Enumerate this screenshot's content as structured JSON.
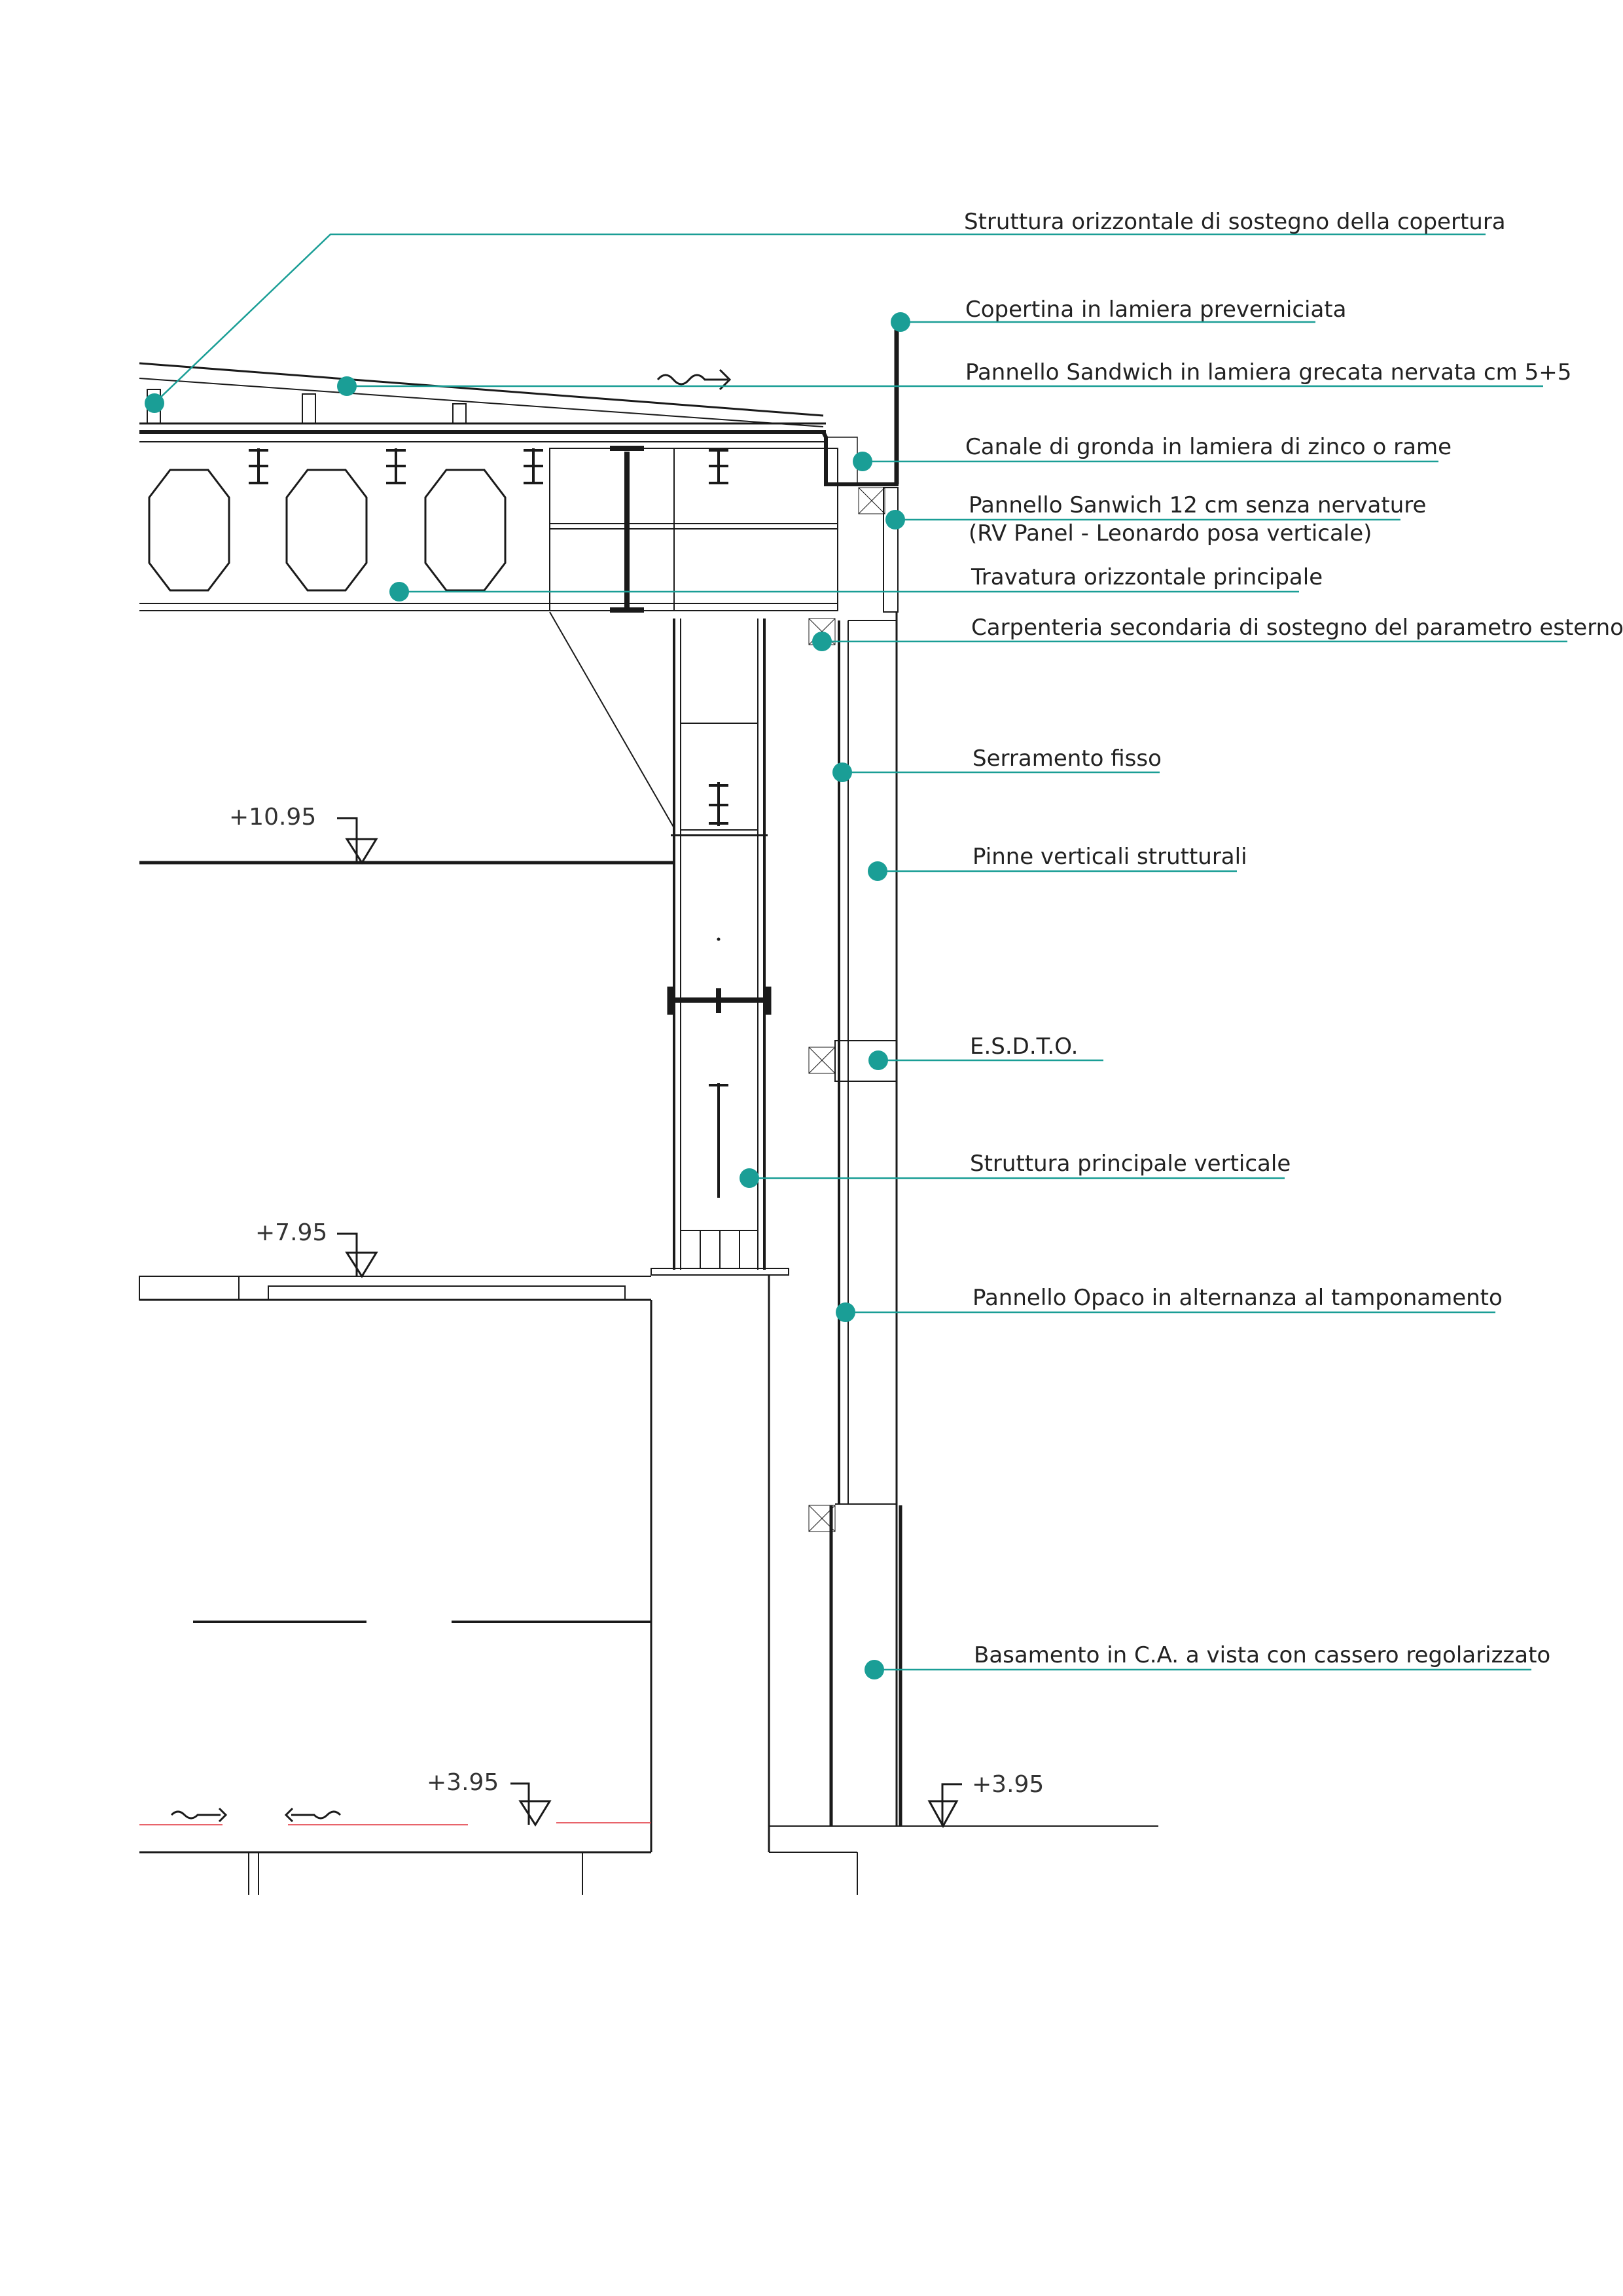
{
  "colors": {
    "accent": "#1a9e96",
    "line": "#1a1a1a",
    "red": "#e0303a"
  },
  "levels": {
    "l1": "+10.95",
    "l2": "+7.95",
    "l3": "+3.95",
    "l4": "+3.95"
  },
  "labels": [
    {
      "id": "l0",
      "text": "Struttura orizzontale di sostegno della copertura"
    },
    {
      "id": "l1",
      "text": "Copertina in lamiera preverniciata"
    },
    {
      "id": "l2",
      "text": "Pannello Sandwich in lamiera grecata nervata cm 5+5"
    },
    {
      "id": "l3",
      "text": "Canale di gronda in lamiera di zinco o rame"
    },
    {
      "id": "l4",
      "text": "Pannello Sanwich 12 cm senza nervature"
    },
    {
      "id": "l4b",
      "text": "(RV Panel - Leonardo posa verticale)"
    },
    {
      "id": "l5",
      "text": "Travatura orizzontale principale"
    },
    {
      "id": "l6",
      "text": "Carpenteria secondaria di sostegno del parametro esterno"
    },
    {
      "id": "l7",
      "text": "Serramento fisso"
    },
    {
      "id": "l8",
      "text": "Pinne verticali strutturali"
    },
    {
      "id": "l9",
      "text": "E.S.D.T.O."
    },
    {
      "id": "l10",
      "text": "Struttura principale verticale"
    },
    {
      "id": "l11",
      "text": "Pannello Opaco in alternanza al tamponamento"
    },
    {
      "id": "l12",
      "text": "Basamento in C.A. a vista con cassero regolarizzato"
    }
  ]
}
